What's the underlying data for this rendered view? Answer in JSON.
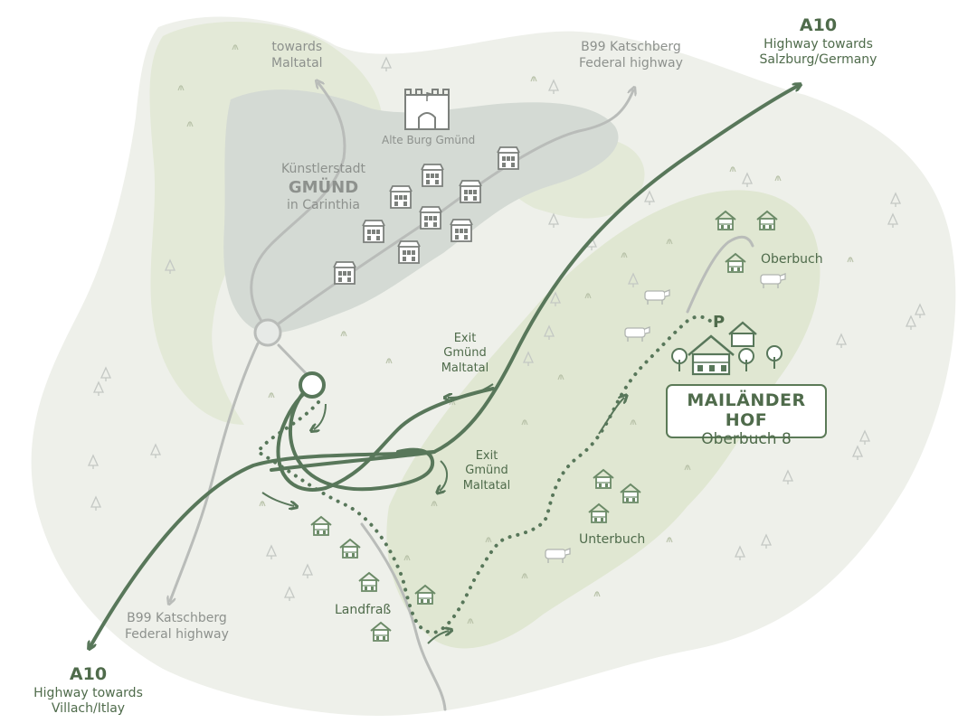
{
  "map": {
    "colors": {
      "land_light": "#eef0ea",
      "land_green": "#e0e7d2",
      "town_area": "#d3d9d3",
      "road_grey": "#b9bcb9",
      "highway_green": "#58775a",
      "text_green": "#4f6b4b",
      "text_grey": "#8d918d"
    },
    "labels": {
      "towards_maltatal": {
        "line1": "towards",
        "line2": "Maltatal"
      },
      "b99_north": {
        "line1": "B99 Katschberg",
        "line2": "Federal highway"
      },
      "a10_north": {
        "road": "A10",
        "line1": "Highway towards",
        "line2": "Salzburg/Germany"
      },
      "castle": "Alte Burg Gmünd",
      "city": {
        "line1": "Künstlerstadt",
        "line2": "GMÜND",
        "line3": "in Carinthia"
      },
      "exit_north": {
        "line1": "Exit",
        "line2": "Gmünd",
        "line3": "Maltatal"
      },
      "exit_south": {
        "line1": "Exit",
        "line2": "Gmünd",
        "line3": "Maltatal"
      },
      "oberbuch": "Oberbuch",
      "parking": "P",
      "destination": {
        "name": "MAILÄNDER HOF",
        "address": "Oberbuch 8"
      },
      "unterbuch": "Unterbuch",
      "landfrass": "Landfraß",
      "b99_south": {
        "line1": "B99 Katschberg",
        "line2": "Federal highway"
      },
      "a10_south": {
        "road": "A10",
        "line1": "Highway towards",
        "line2": "Villach/Itlay"
      }
    },
    "icons": [
      "castle-icon",
      "house-icon",
      "tree-icon",
      "cow-icon",
      "grass-tuft-icon",
      "parking-icon",
      "arrow-icon"
    ]
  }
}
